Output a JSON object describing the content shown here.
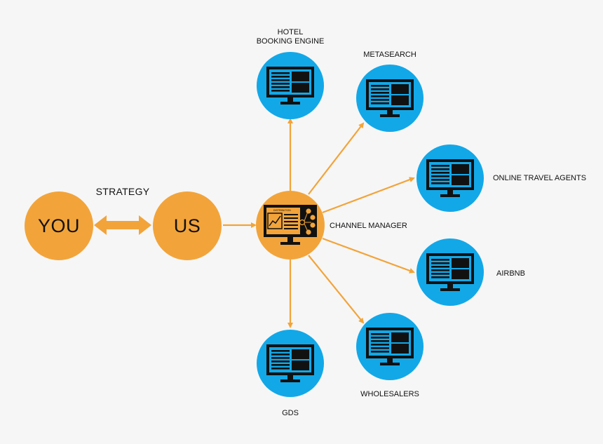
{
  "strategy_label": "STRATEGY",
  "you_label": "YOU",
  "us_label": "US",
  "hub": {
    "label": "CHANNEL MANAGER",
    "screen_tag": "DISTRIBUTION",
    "icon": "dashboard-monitor-icon"
  },
  "channels": [
    {
      "id": "hotel-booking-engine",
      "label_lines": [
        "HOTEL",
        "BOOKING ENGINE"
      ],
      "icon": "monitor-icon"
    },
    {
      "id": "metasearch",
      "label_lines": [
        "METASEARCH"
      ],
      "icon": "monitor-icon"
    },
    {
      "id": "online-travel-agents",
      "label_lines": [
        "ONLINE TRAVEL AGENTS"
      ],
      "icon": "monitor-icon"
    },
    {
      "id": "airbnb",
      "label_lines": [
        "AIRBNB"
      ],
      "icon": "monitor-icon"
    },
    {
      "id": "wholesalers",
      "label_lines": [
        "WHOLESALERS"
      ],
      "icon": "monitor-icon"
    },
    {
      "id": "gds",
      "label_lines": [
        "GDS"
      ],
      "icon": "monitor-icon"
    }
  ],
  "colors": {
    "orange": "#f2a43a",
    "blue": "#12a8e8",
    "arrow": "#f2a43a",
    "ink": "#111111"
  }
}
